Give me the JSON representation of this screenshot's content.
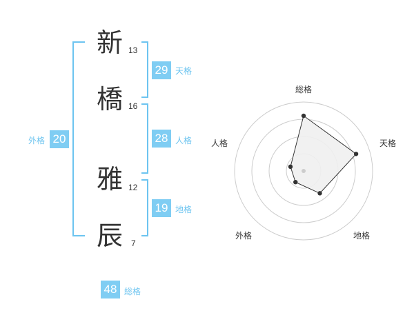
{
  "name": {
    "characters": [
      {
        "char": "新",
        "strokes": "13"
      },
      {
        "char": "橋",
        "strokes": "16"
      },
      {
        "char": "雅",
        "strokes": "12"
      },
      {
        "char": "辰",
        "strokes": "7"
      }
    ]
  },
  "kakusu": {
    "tenkaku": {
      "value": "29",
      "label": "天格"
    },
    "jinkaku": {
      "value": "28",
      "label": "人格"
    },
    "chikaku": {
      "value": "19",
      "label": "地格"
    },
    "gaikaku": {
      "value": "20",
      "label": "外格"
    },
    "soukaku": {
      "value": "48",
      "label": "総格"
    }
  },
  "radar": {
    "axes": [
      "総格",
      "天格",
      "地格",
      "外格",
      "人格"
    ],
    "levels": 4,
    "max": 5,
    "values": [
      4,
      4,
      2,
      1,
      1
    ],
    "colors": {
      "grid": "#cccccc",
      "fill": "#f0f0f0",
      "line": "#333333",
      "center": "#cccccc"
    }
  }
}
